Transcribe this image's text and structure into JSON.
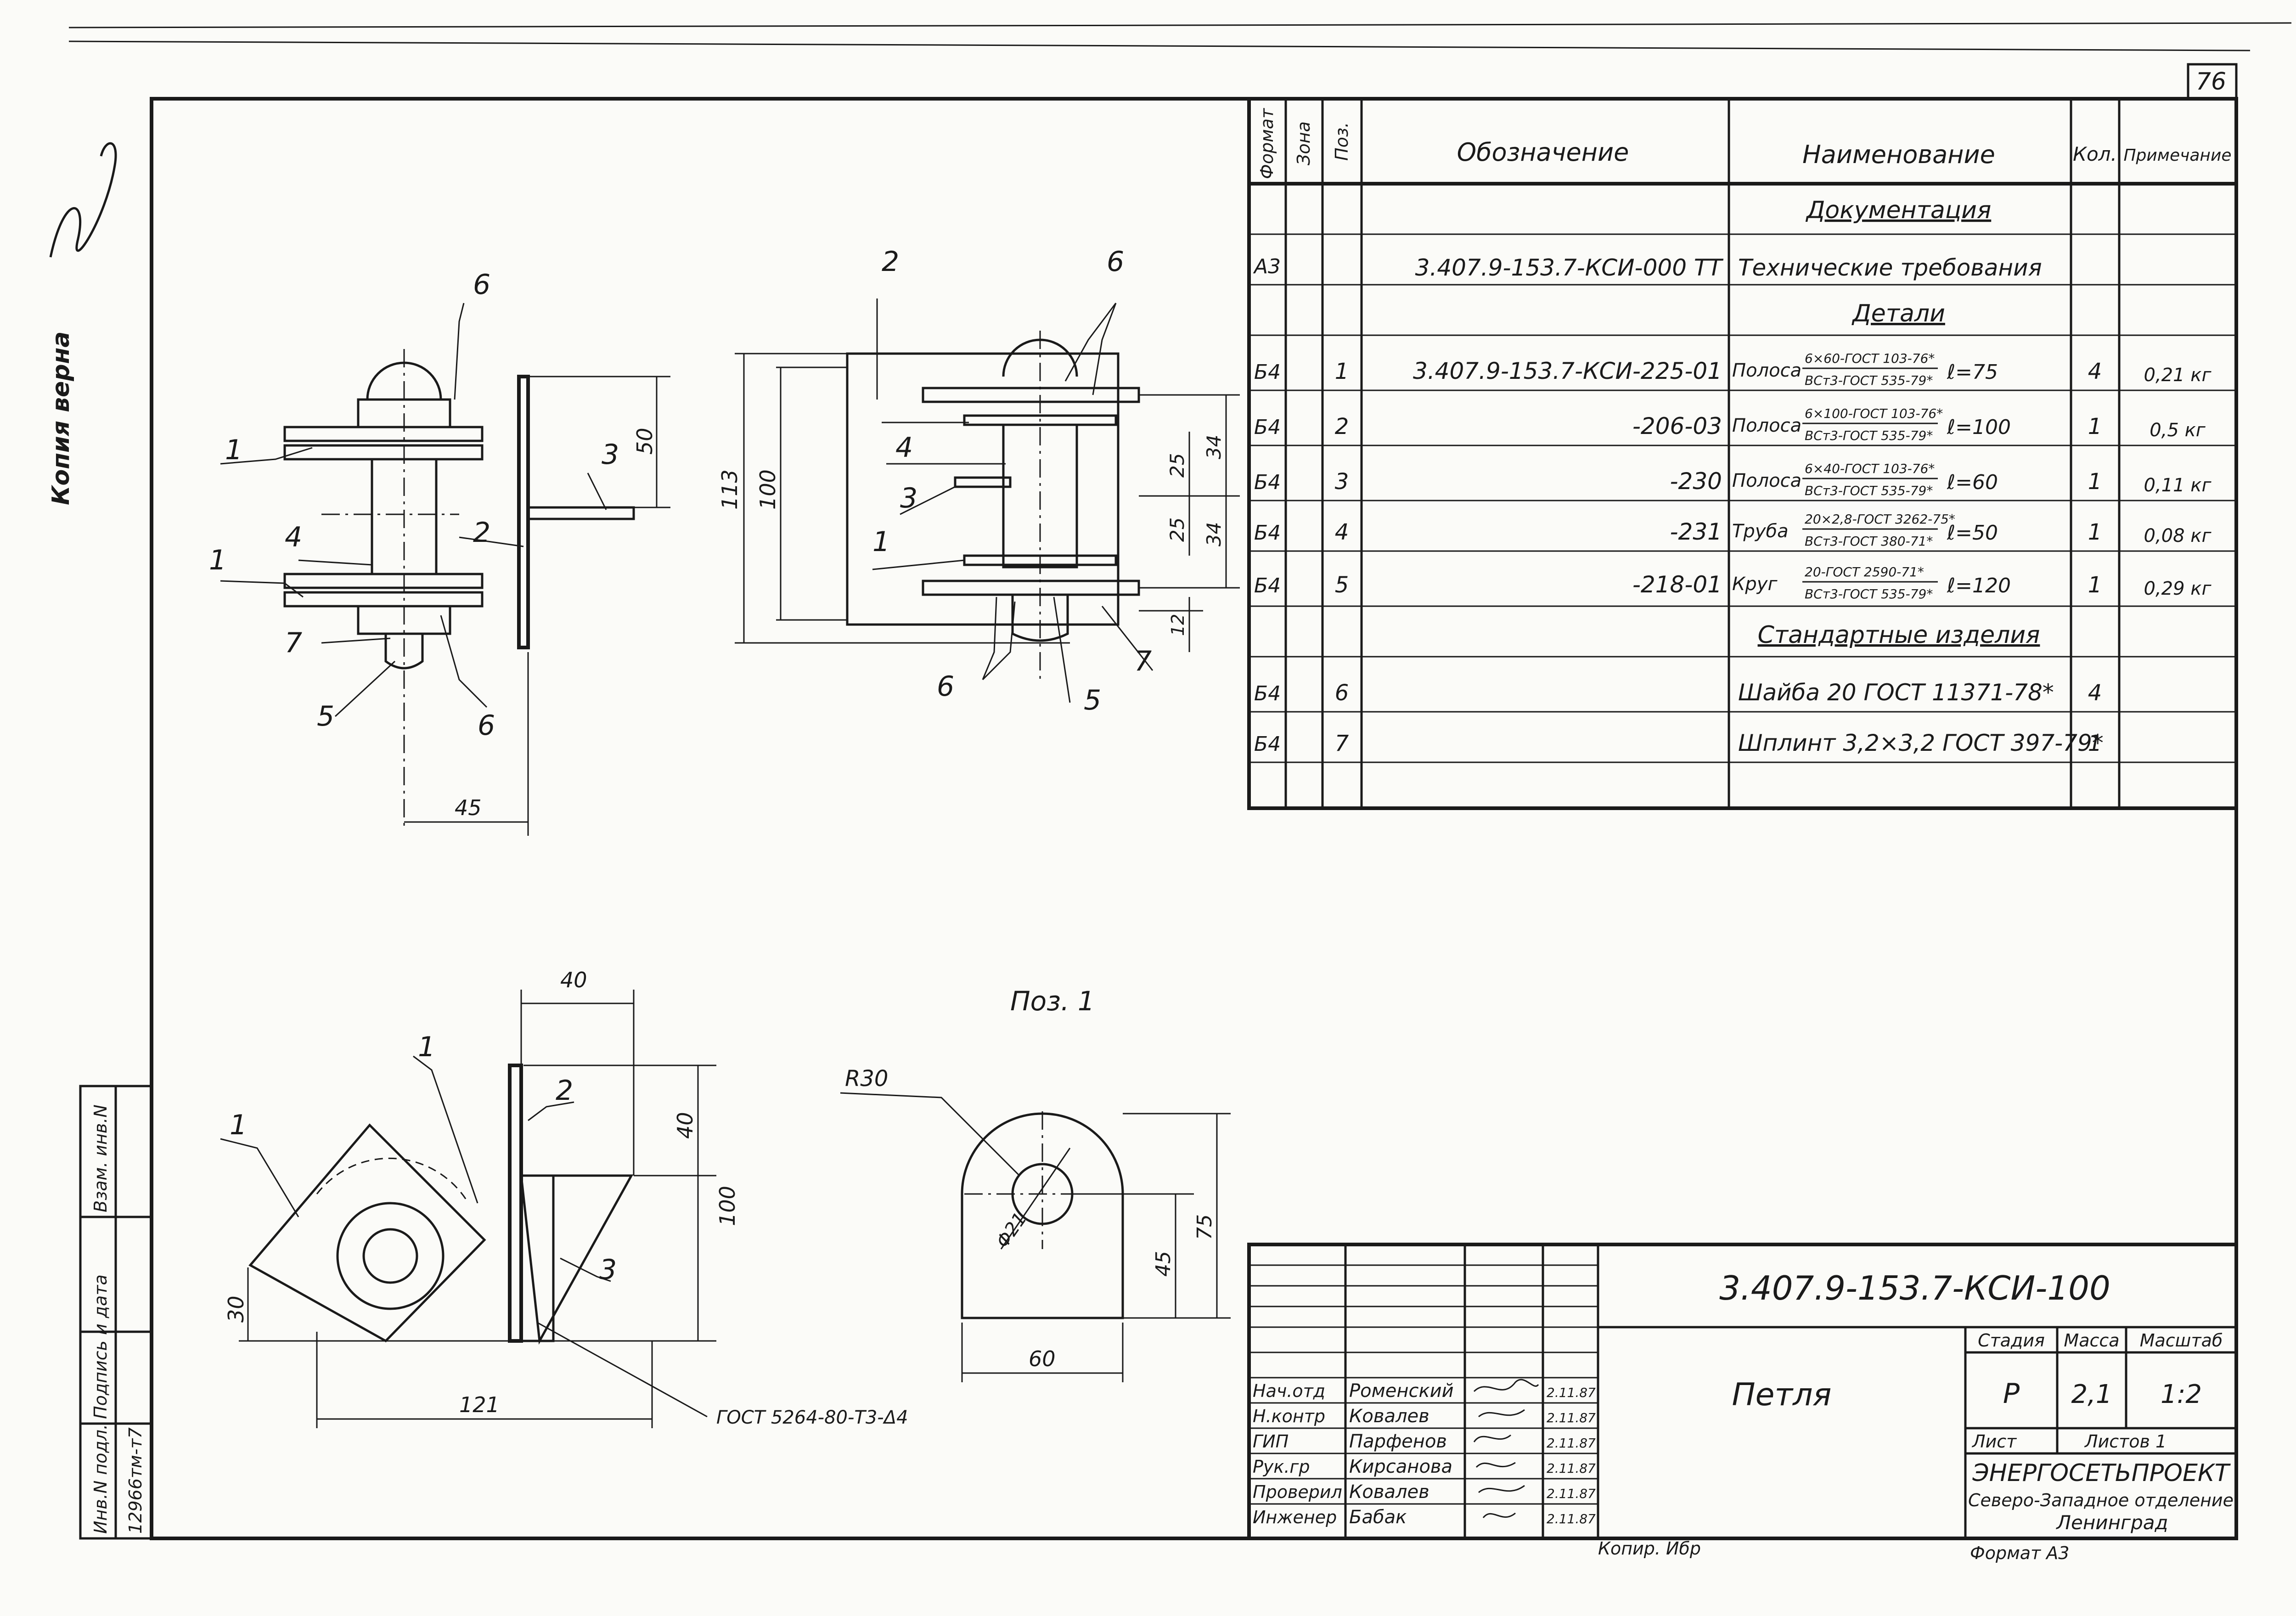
{
  "sheet": {
    "sheet_number": "76",
    "copy_stamp": "Копия верна",
    "format_note": "Формат А3",
    "copied_note": "Копир. Ибр"
  },
  "side_stamp": {
    "inv_label": "Инв.N подл.",
    "inv_value": "12966тм-т7",
    "sign_label": "Подпись и дата",
    "replace_label": "Взам. инв.N"
  },
  "spec": {
    "headers": {
      "format": "Формат",
      "zone": "Зона",
      "pos": "Поз.",
      "designation": "Обозначение",
      "name": "Наименование",
      "qty": "Кол.",
      "note": "Примечание"
    },
    "sections": {
      "docs": "Документация",
      "parts": "Детали",
      "standard": "Стандартные изделия"
    },
    "doc_row": {
      "format": "А3",
      "designation": "3.407.9-153.7-КСИ-000 ТТ",
      "name": "Технические требования"
    },
    "rows": [
      {
        "format": "Б4",
        "pos": "1",
        "designation": "3.407.9-153.7-КСИ-225-01",
        "name": "Полоса",
        "num": "6×60-ГОСТ 103-76*",
        "den": "ВСт3-ГОСТ 535-79*",
        "len": "ℓ=75",
        "qty": "4",
        "note": "0,21 кг"
      },
      {
        "format": "Б4",
        "pos": "2",
        "designation": "-206-03",
        "name": "Полоса",
        "num": "6×100-ГОСТ 103-76*",
        "den": "ВСт3-ГОСТ 535-79*",
        "len": "ℓ=100",
        "qty": "1",
        "note": "0,5 кг"
      },
      {
        "format": "Б4",
        "pos": "3",
        "designation": "-230",
        "name": "Полоса",
        "num": "6×40-ГОСТ 103-76*",
        "den": "ВСт3-ГОСТ 535-79*",
        "len": "ℓ=60",
        "qty": "1",
        "note": "0,11 кг"
      },
      {
        "format": "Б4",
        "pos": "4",
        "designation": "-231",
        "name": "Труба",
        "num": "20×2,8-ГОСТ 3262-75*",
        "den": "ВСт3-ГОСТ 380-71*",
        "len": "ℓ=50",
        "qty": "1",
        "note": "0,08 кг"
      },
      {
        "format": "Б4",
        "pos": "5",
        "designation": "-218-01",
        "name": "Круг",
        "num": "20-ГОСТ 2590-71*",
        "den": "ВСт3-ГОСТ 535-79*",
        "len": "ℓ=120",
        "qty": "1",
        "note": "0,29 кг"
      }
    ],
    "std_rows": [
      {
        "format": "Б4",
        "pos": "6",
        "name": "Шайба 20 ГОСТ 11371-78*",
        "qty": "4"
      },
      {
        "format": "Б4",
        "pos": "7",
        "name": "Шплинт 3,2×3,2 ГОСТ 397-79*",
        "qty": "1"
      }
    ]
  },
  "drawing": {
    "view1": {
      "leaders": [
        "1",
        "1",
        "2",
        "3",
        "4",
        "5",
        "6",
        "6",
        "7"
      ],
      "dims": [
        "50",
        "45"
      ]
    },
    "view2": {
      "leaders": [
        "1",
        "2",
        "3",
        "4",
        "5",
        "6",
        "6",
        "7"
      ],
      "dims": [
        "113",
        "100",
        "25",
        "25",
        "34",
        "34",
        "12"
      ]
    },
    "view3": {
      "leaders": [
        "1",
        "1",
        "2",
        "3"
      ],
      "dims": [
        "40",
        "40",
        "100",
        "30",
        "121"
      ],
      "weld": "ГОСТ 5264-80-Т3-Δ4"
    },
    "pos1": {
      "title": "Поз. 1",
      "dims": [
        "R30",
        "Φ21",
        "45",
        "75",
        "60"
      ]
    }
  },
  "title_block": {
    "code": "3.407.9-153.7-КСИ-100",
    "title": "Петля",
    "stage_label": "Стадия",
    "mass_label": "Масса",
    "scale_label": "Масштаб",
    "stage": "Р",
    "mass": "2,1",
    "scale": "1:2",
    "sheet_label": "Лист",
    "sheets_label": "Листов 1",
    "org1": "ЭНЕРГОСЕТЬПРОЕКТ",
    "org2": "Северо-Западное отделение",
    "org3": "Ленинград",
    "people": [
      {
        "role": "Нач.отд",
        "name": "Роменский",
        "date": "2.11.87"
      },
      {
        "role": "Н.контр",
        "name": "Ковалев",
        "date": "2.11.87"
      },
      {
        "role": "ГИП",
        "name": "Парфенов",
        "date": "2.11.87"
      },
      {
        "role": "Рук.гр",
        "name": "Кирсанова",
        "date": "2.11.87"
      },
      {
        "role": "Проверил",
        "name": "Ковалев",
        "date": "2.11.87"
      },
      {
        "role": "Инженер",
        "name": "Бабак",
        "date": "2.11.87"
      }
    ]
  }
}
